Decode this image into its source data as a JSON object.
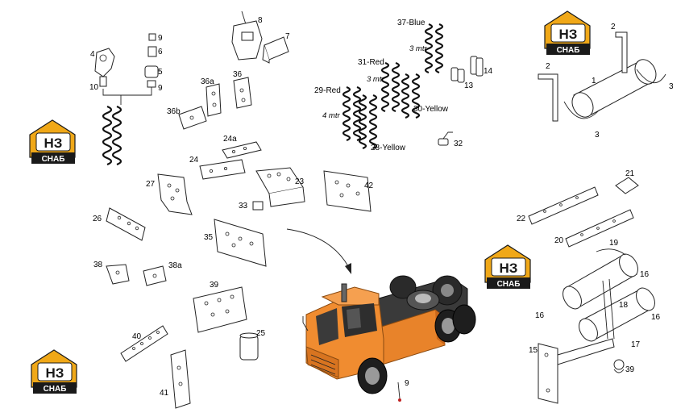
{
  "watermark": {
    "logo_top": "НЗ",
    "logo_bottom": "СНАБ",
    "colors": {
      "orange": "#f0a818",
      "dark": "#1a1a1a"
    }
  },
  "labels": {
    "p2a": "2",
    "p2b": "2",
    "p1": "1",
    "p3a": "3",
    "p3b": "3",
    "p4": "4",
    "p10": "10",
    "p9a": "9",
    "p6": "6",
    "p5": "5",
    "p9b": "9",
    "p8": "8",
    "p7": "7",
    "p36a": "36a",
    "p36": "36",
    "p36b": "36b",
    "p24a": "24a",
    "p24": "24",
    "p23": "23",
    "p27": "27",
    "p33": "33",
    "p42": "42",
    "p26": "26",
    "p35": "35",
    "p38": "38",
    "p38a": "38a",
    "p39": "39",
    "p40": "40",
    "p25": "25",
    "p41": "41",
    "p9c": "9",
    "p37": "37-Blue",
    "p31": "31-Red",
    "p29": "29-Red",
    "p28": "28-Yellow",
    "p30": "30-Yellow",
    "p32": "32",
    "p13": "13",
    "p14": "14",
    "mtr1": "3 mtr",
    "mtr2": "3 mtr",
    "mtr3": "4 mtr",
    "p21": "21",
    "p22": "22",
    "p20": "20",
    "p19": "19",
    "p16a": "16",
    "p16b": "16",
    "p16c": "16",
    "p18": "18",
    "p15": "15",
    "p17": "17",
    "p39b": "39"
  },
  "truck": {
    "body_color": "#e8832a",
    "cab_color": "#f08c30"
  }
}
